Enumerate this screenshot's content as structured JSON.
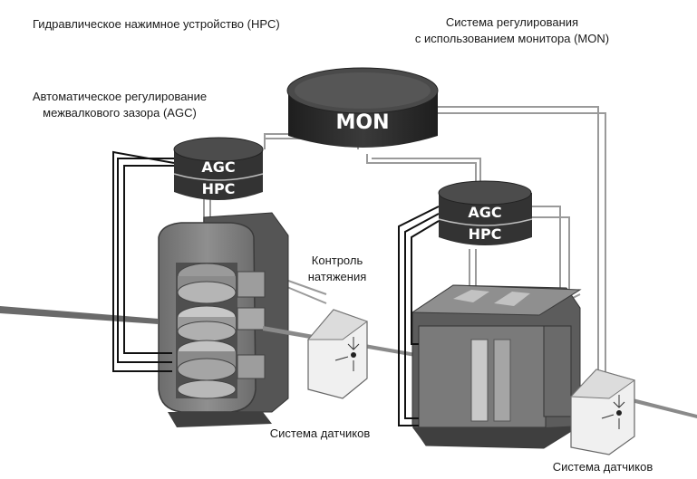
{
  "labels": {
    "hpc_title": "Гидравлическое нажимное устройство (HPC)",
    "mon_title_line1": "Система регулирования",
    "mon_title_line2": "с использованием монитора (MON)",
    "agc_title_line1": "Автоматическое регулирование",
    "agc_title_line2": "межвалкового зазора (AGC)",
    "tension_line1": "Контроль",
    "tension_line2": "натяжения",
    "sensors_center": "Система датчиков",
    "sensors_right": "Система датчиков"
  },
  "units": {
    "mon": "MON",
    "left_agc": "AGC",
    "left_hpc": "HPC",
    "right_agc": "AGC",
    "right_hpc": "HPC"
  },
  "colors": {
    "unit_dark": "#2f2f2f",
    "unit_top": "#4a4a4a",
    "stand_body": "#7d7d7d",
    "stand_light": "#a9a9a9",
    "stand_dark": "#555555",
    "sensor_box": "#efefef",
    "wire": "#111111",
    "wire_light": "#9a9a9a"
  }
}
